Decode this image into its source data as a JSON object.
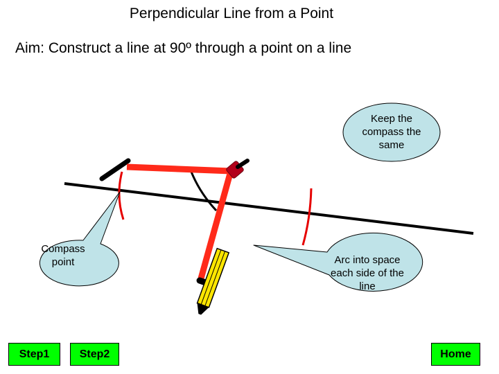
{
  "slide": {
    "title": "Perpendicular Line from a Point",
    "aim": "Aim: Construct a line at 90º through a point on a line"
  },
  "callouts": {
    "keep_compass": "Keep the compass the same",
    "compass_point": "Compass point",
    "arc_into_space": "Arc into space each side of the line"
  },
  "nav": {
    "step1": "Step1",
    "step2": "Step2",
    "home": "Home"
  },
  "colors": {
    "compass_arm": "#ff2a1a",
    "arc": "#e60000",
    "callout_fill": "#bfe3e8",
    "button": "#00ff00",
    "pencil": "#ffe600"
  }
}
